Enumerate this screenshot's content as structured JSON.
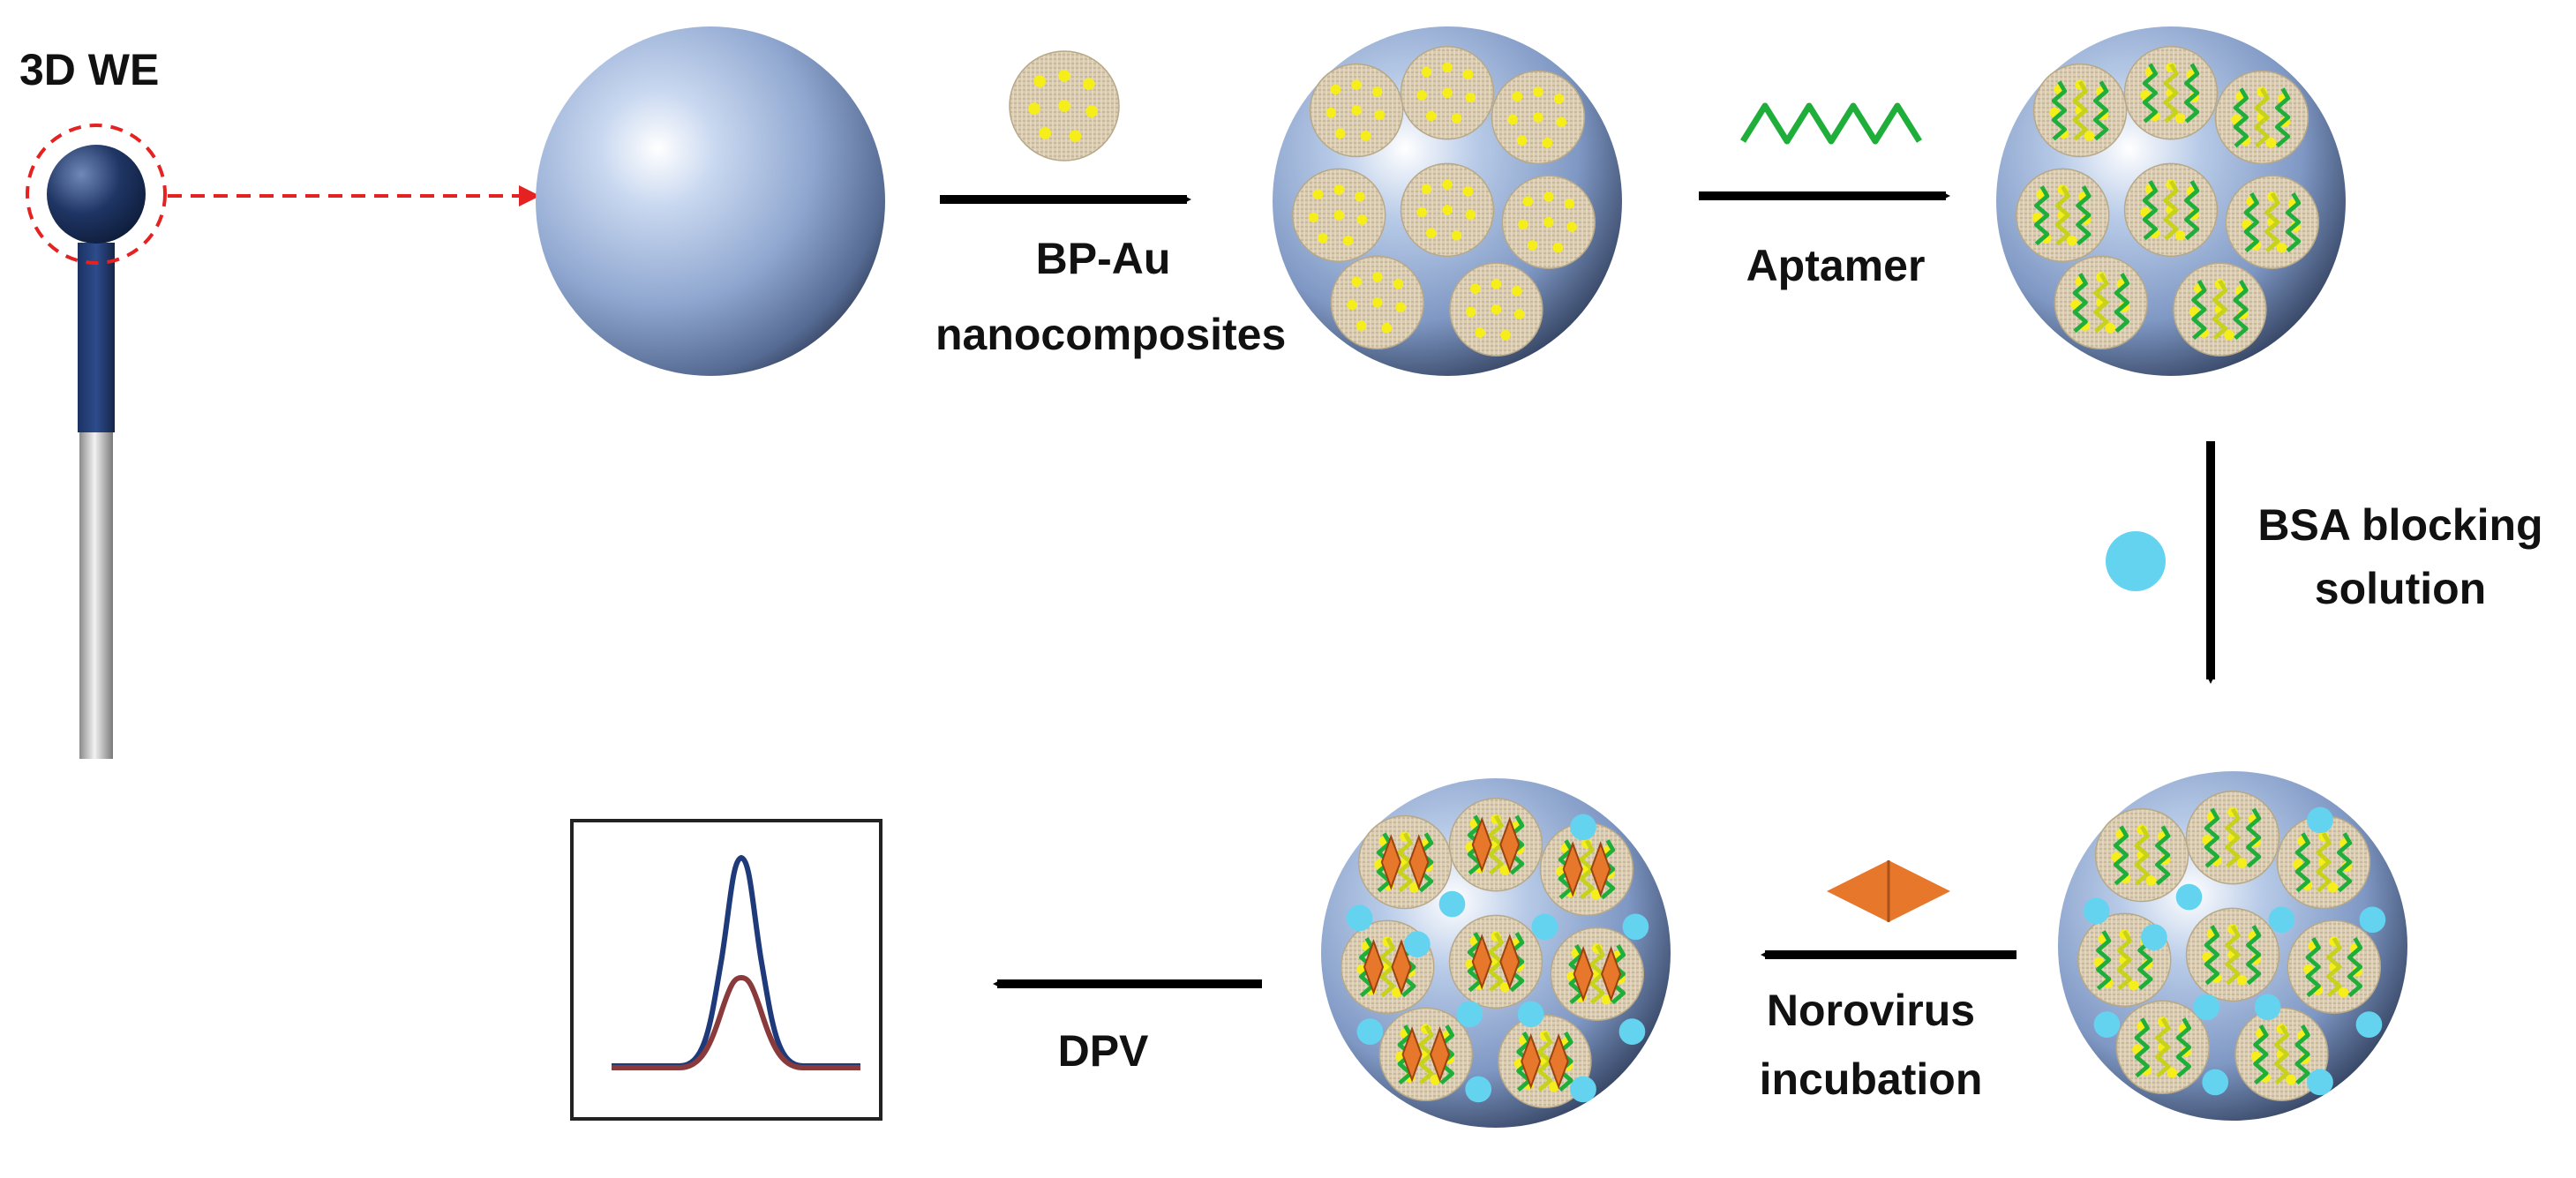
{
  "labels": {
    "electrode": "3D WE",
    "step1_line1": "BP-Au",
    "step1_line2": "nanocomposites",
    "step2": "Aptamer",
    "step3_line1": "BSA blocking",
    "step3_line2": "solution",
    "step4_line1": "Norovirus",
    "step4_line2": "incubation",
    "step5": "DPV"
  },
  "colors": {
    "sphere": "#9fb4d8",
    "nano_disc": "#d8cbb0",
    "gold_dot": "#f5ee1a",
    "aptamer_green": "#1fae3a",
    "aptamer_yellow": "#c7d21b",
    "bsa_cyan": "#64d3f0",
    "virus_orange": "#e6772b",
    "dpv_high": "#1e3a7a",
    "dpv_low": "#8a3a3a",
    "arrow": "#000000",
    "dashed": "#e42222"
  },
  "icons": [
    "electrode-icon",
    "sphere-icon",
    "bp-au-nanocomposite-icon",
    "aptamer-icon",
    "bsa-icon",
    "norovirus-icon",
    "dpv-plot-icon"
  ]
}
